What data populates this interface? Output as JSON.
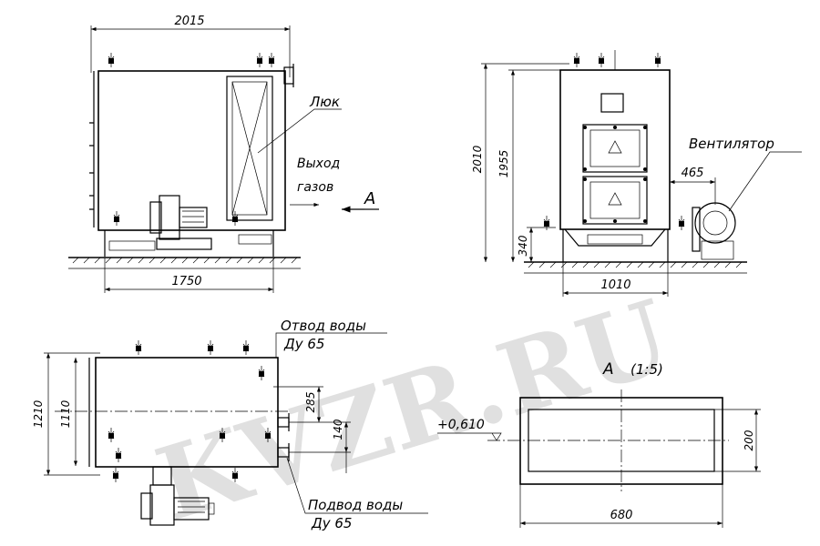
{
  "labels": {
    "hatch": "Люк",
    "exit1": "Выход",
    "exit2": "газов",
    "viewA": "A",
    "fan": "Вентилятор",
    "outlet1": "Отвод воды",
    "outlet2": "Ду 65",
    "inlet1": "Подвод воды",
    "inlet2": "Ду 65",
    "sectionA": "A",
    "scale": "(1:5)",
    "level": "+0,610"
  },
  "dims": {
    "d2015": "2015",
    "d1750": "1750",
    "d2010": "2010",
    "d1955": "1955",
    "d340": "340",
    "d1010": "1010",
    "d465": "465",
    "d1210": "1210",
    "d1110": "1110",
    "d285": "285",
    "d140": "140",
    "d200": "200",
    "d680": "680"
  },
  "watermark": "KVZR.RU"
}
